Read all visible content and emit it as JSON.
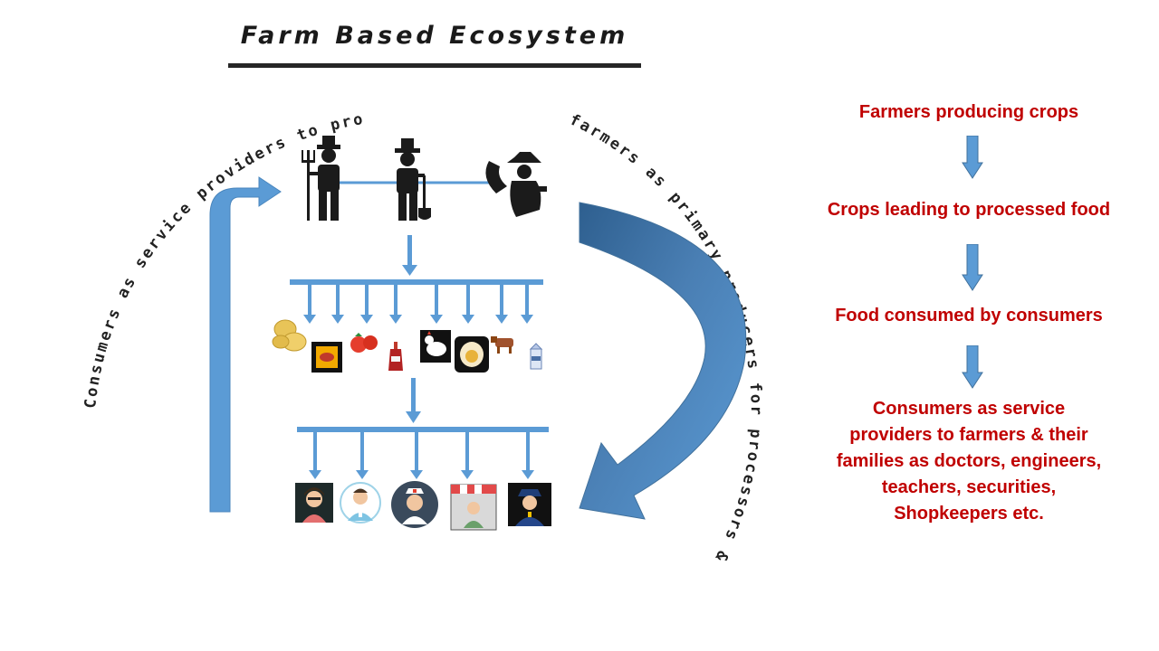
{
  "title": "Farm Based Ecosystem",
  "arc_labels": {
    "top_left": "Consumers as service providers to processors, farmers & their families",
    "right": "farmers as primary producers for processors & to consumers"
  },
  "flow_steps": [
    "Farmers producing crops",
    "Crops leading to processed food",
    "Food consumed by consumers",
    "Consumers as service providers to farmers & their families as doctors, engineers, teachers, securities, Shopkeepers etc."
  ],
  "colors": {
    "arrow_blue": "#5b9bd5",
    "arrow_dark": "#41719c",
    "flow_text_red": "#c00000",
    "title_dark": "#1a1a1a"
  },
  "icons": {
    "farmers": [
      "farmer-with-pitchfork-icon",
      "farmer-with-shovel-icon",
      "farmer-with-sickle-icon"
    ],
    "products": [
      "potatoes-icon",
      "packaged-food-icon",
      "tomatoes-icon",
      "ketchup-bottle-icon",
      "chicken-icon",
      "egg-icon",
      "cow-icon",
      "milk-carton-icon"
    ],
    "consumers": [
      "teacher-icon",
      "doctor-icon",
      "nurse-icon",
      "shopkeeper-icon",
      "security-guard-icon"
    ]
  }
}
